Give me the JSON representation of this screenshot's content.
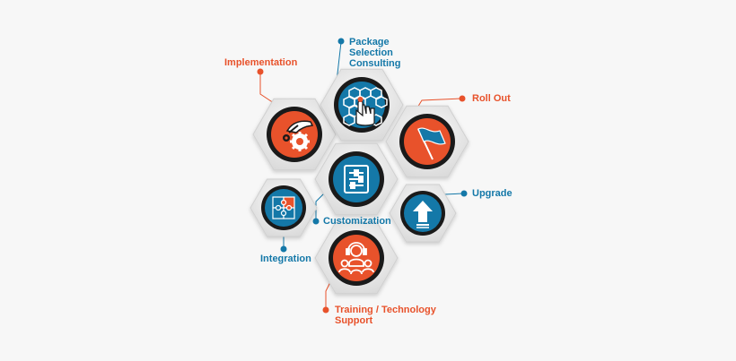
{
  "colors": {
    "orange": "#e8522b",
    "blue": "#1478a8",
    "dark": "#1a1a1a",
    "hex_fill": "#eeeeee",
    "background": "#f7f7f7"
  },
  "labels": {
    "implementation": "Implementation",
    "package_line1": "Package",
    "package_line2": "Selection",
    "package_line3": "Consulting",
    "roll_out": "Roll Out",
    "upgrade": "Upgrade",
    "customization": "Customization",
    "integration": "Integration",
    "training_line1": "Training / Technology",
    "training_line2": "Support"
  },
  "nodes": [
    {
      "name": "implementation",
      "icon": "hand-gear-icon",
      "color": "orange"
    },
    {
      "name": "package-selection-consulting",
      "icon": "hexagon-grid-touch-icon",
      "color": "blue"
    },
    {
      "name": "roll-out",
      "icon": "flag-icon",
      "color": "orange"
    },
    {
      "name": "customization",
      "icon": "sliders-icon",
      "color": "blue"
    },
    {
      "name": "integration",
      "icon": "puzzle-icon",
      "color": "blue"
    },
    {
      "name": "upgrade",
      "icon": "upload-arrow-icon",
      "color": "blue"
    },
    {
      "name": "training-technology-support",
      "icon": "headset-users-icon",
      "color": "orange"
    }
  ]
}
